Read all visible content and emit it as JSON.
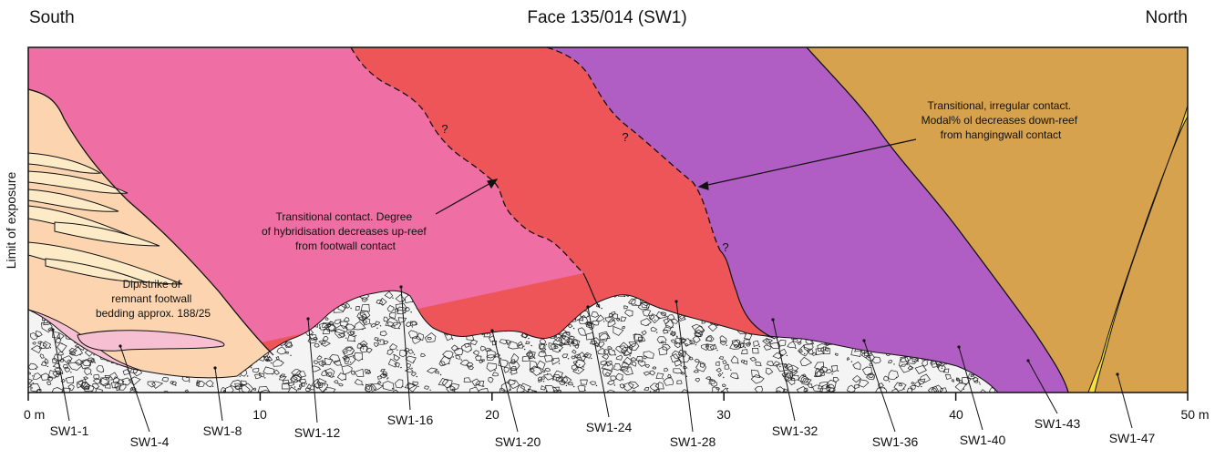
{
  "header": {
    "left": "South",
    "center": "Face 135/014 (SW1)",
    "right": "North"
  },
  "side_label": "Limit of exposure",
  "annotations": {
    "bedding": [
      "Dip/strike of",
      "remnant footwall",
      "bedding approx. 188/25"
    ],
    "footwall_contact": [
      "Transitional contact. Degree",
      "of hybridisation decreases up-reef",
      "from footwall contact"
    ],
    "hangingwall_contact": [
      "Transitional, irregular contact.",
      "Modal% ol decreases down-reef",
      "from hangingwall contact"
    ],
    "question_mark": "?"
  },
  "axis": {
    "ticks": [
      "0 m",
      "10",
      "20",
      "30",
      "40",
      "50 m"
    ]
  },
  "samples": [
    "SW1-1",
    "SW1-4",
    "SW1-8",
    "SW1-12",
    "SW1-16",
    "SW1-20",
    "SW1-24",
    "SW1-28",
    "SW1-32",
    "SW1-36",
    "SW1-40",
    "SW1-43",
    "SW1-47"
  ],
  "colors": {
    "footwall": "#fcd5b0",
    "footwall_light": "#fdebc8",
    "pink_lens": "#f7c0d2",
    "hybrid_pink": "#ef6ea3",
    "red": "#ee5559",
    "purple": "#b05ec3",
    "tan": "#d6a24d",
    "yellow": "#f5e041",
    "breccia_bg": "#f4f4f4"
  }
}
